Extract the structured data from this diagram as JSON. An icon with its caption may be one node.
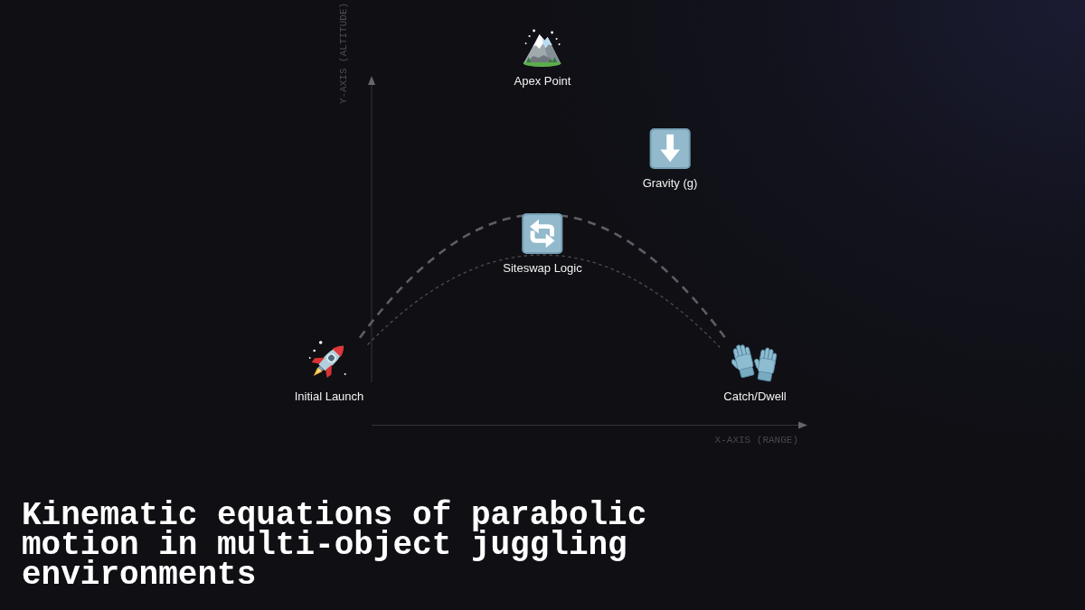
{
  "diagram": {
    "title": "Kinematic equations of parabolic motion in multi-object juggling environments",
    "nodes": [
      {
        "text": [
          "Apex Point"
        ]
      },
      {
        "text": [
          "Gravity (g)"
        ]
      },
      {
        "text": [
          "Siteswap Logic"
        ]
      },
      {
        "text": [
          "Initial Launch"
        ]
      },
      {
        "text": [
          "Catch/Dwell"
        ]
      }
    ],
    "edges": [
      {
        "from": 3,
        "to": 4,
        "arrow": "none",
        "style": "dashed"
      },
      {
        "from": 3,
        "to": 4,
        "arrow": "none",
        "style": "dashed"
      }
    ],
    "labels": [
      "Y-AXIS (ALTITUDE)",
      "X-AXIS (RANGE)"
    ]
  }
}
